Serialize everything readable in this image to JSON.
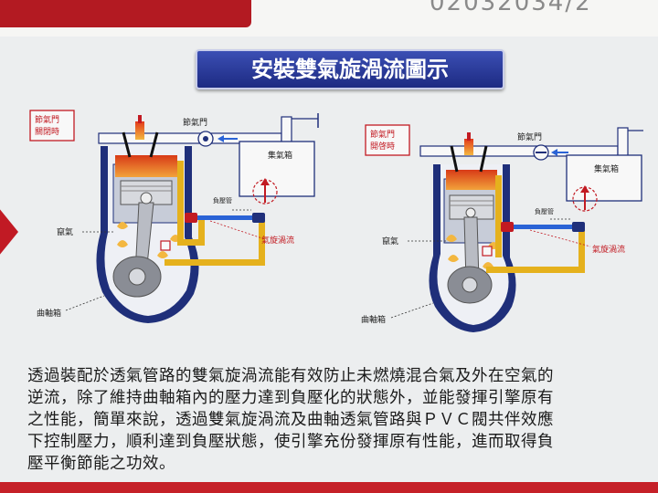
{
  "title": "安裝雙氣旋渦流圖示",
  "top_code_text": "02032034/2",
  "left_diagram": {
    "valve_label_line1": "節氣門",
    "valve_label_line2": "關閉時",
    "throttle_label": "節氣門",
    "collector_label": "集氣箱",
    "negative_pipe_label": "負壓管",
    "vortex_label": "氣旋渦流",
    "blowby_label": "竄氣",
    "crankcase_label": "曲軸箱"
  },
  "right_diagram": {
    "valve_label_line1": "節氣門",
    "valve_label_line2": "開啓時",
    "throttle_label": "節氣門",
    "collector_label": "集氣箱",
    "negative_pipe_label": "負壓管",
    "vortex_label": "氣旋渦流",
    "blowby_label": "竄氣",
    "crankcase_label": "曲軸箱"
  },
  "description_lines": [
    "透過裝配於透氣管路的雙氣旋渦流能有效防止未燃燒混合氣及外在空氣的",
    "逆流，除了維持曲軸箱內的壓力達到負壓化的狀態外，並能發揮引擎原有",
    "之性能，簡單來說，透過雙氣旋渦流及曲軸透氣管路與ＰＶＣ閥共伴效應",
    "下控制壓力，順利達到負壓狀態，使引擎充份發揮原有性能，進而取得負",
    "壓平衡節能之功效。"
  ],
  "colors": {
    "title_bg": "#22308f",
    "accent_red": "#c52028",
    "pipe_yellow": "#e5b11d",
    "engine_blue": "#1f2f7a",
    "piston_orange": "#e8501c"
  }
}
